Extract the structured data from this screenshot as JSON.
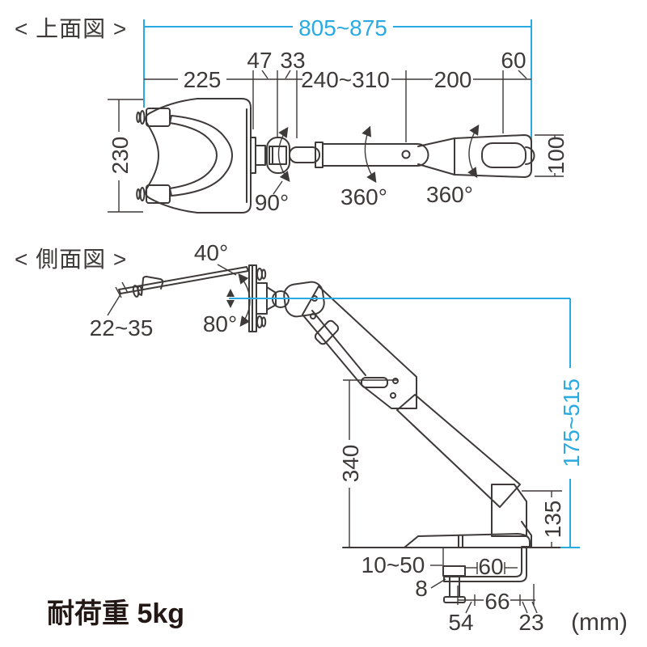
{
  "colors": {
    "line": "#3e3a39",
    "accent": "#29abe2",
    "background": "#ffffff"
  },
  "top_view": {
    "title": "< 上面図 >",
    "dims": {
      "overall_width": "805~875",
      "w225": "225",
      "w47": "47",
      "w33": "33",
      "w240_310": "240~310",
      "w200": "200",
      "w60": "60",
      "h230": "230",
      "h100": "100"
    },
    "angles": {
      "rot90": "90°",
      "rot360_a": "360°",
      "rot360_b": "360°"
    }
  },
  "side_view": {
    "title": "< 側面図 >",
    "angles": {
      "tilt_up": "40°",
      "tilt_down": "80°"
    },
    "dims": {
      "hook_range": "22~35",
      "arm_height": "340",
      "height_range": "175~515",
      "base_height": "135",
      "desk_thickness": "10~50",
      "plate_thickness": "8",
      "clamp_inner_width": "60",
      "clamp_depth": "66",
      "base_width": "54",
      "edge_offset": "23"
    }
  },
  "footer": {
    "load_label": "耐荷重 5kg",
    "unit_label": "(mm)"
  }
}
